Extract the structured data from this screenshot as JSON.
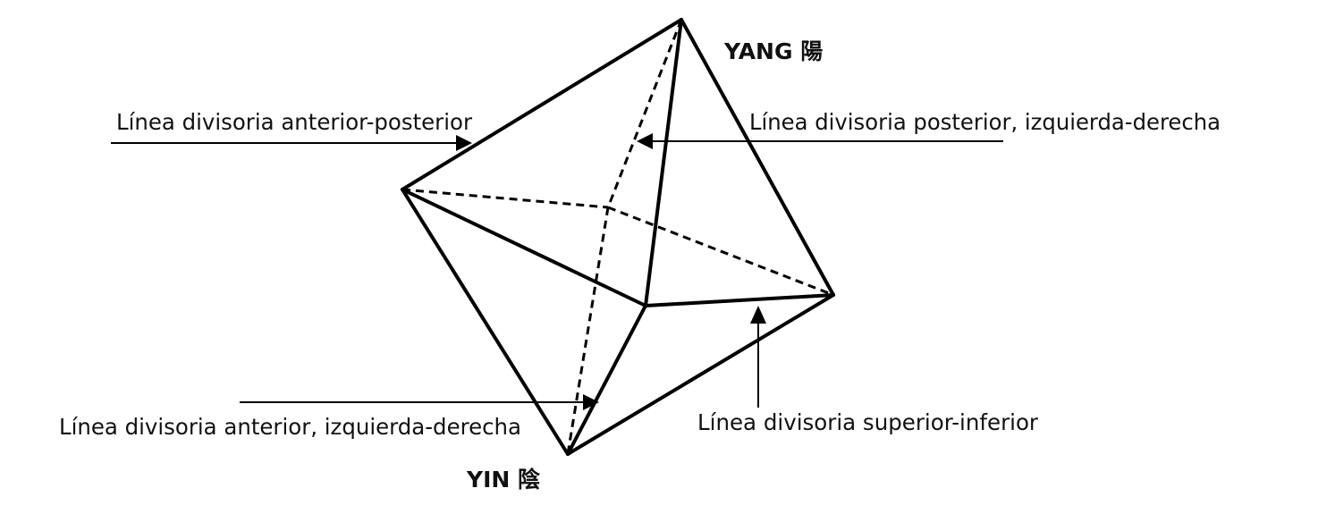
{
  "poles": {
    "top": "YANG 陽",
    "bottom": "YIN 陰"
  },
  "labels": {
    "anterior_posterior": "Línea divisoria anterior-posterior",
    "posterior_left_right": "Línea divisoria posterior, izquierda-derecha",
    "anterior_left_right": "Línea divisoria anterior, izquierda-derecha",
    "superior_inferior": "Línea divisoria superior-inferior"
  }
}
